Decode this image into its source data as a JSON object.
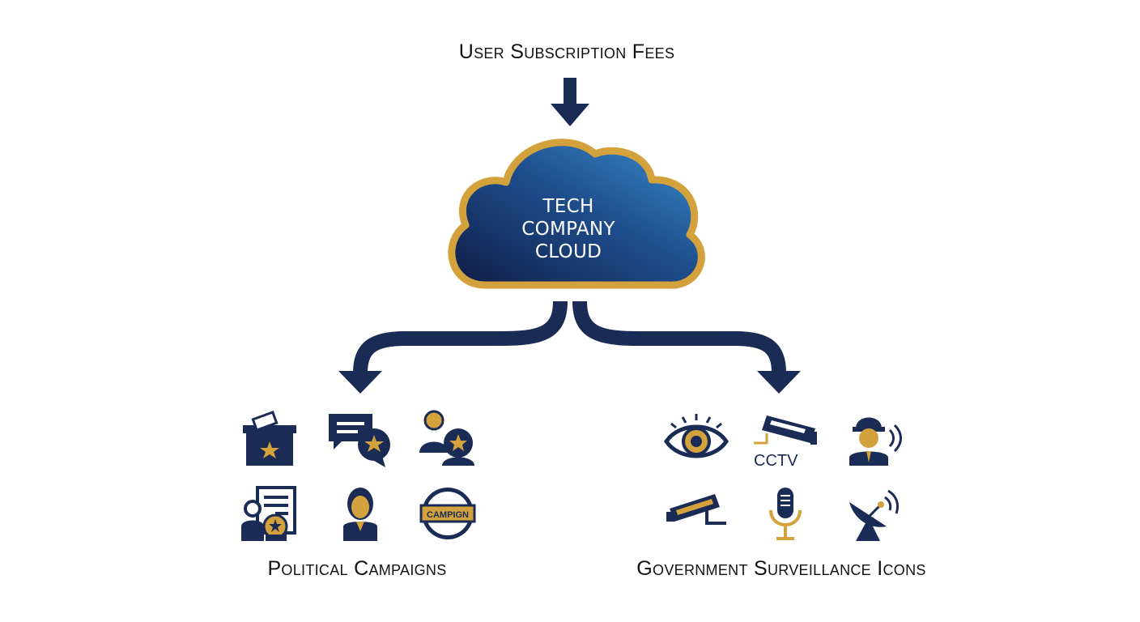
{
  "diagram": {
    "source_label": "User Subscription Fees",
    "cloud": {
      "lines": [
        "TECH",
        "COMPANY",
        "CLOUD"
      ]
    },
    "left_group": {
      "label": "Political Campaigns",
      "icons": [
        {
          "name": "ballot-box-icon"
        },
        {
          "name": "speech-bubble-star-icon"
        },
        {
          "name": "person-star-icon"
        },
        {
          "name": "document-person-star-icon"
        },
        {
          "name": "candidate-bust-icon"
        },
        {
          "name": "campaign-badge-icon",
          "text": "CAMPIGN"
        }
      ]
    },
    "right_group": {
      "label": "Government Surveillance Icons",
      "icons": [
        {
          "name": "eye-icon"
        },
        {
          "name": "cctv-camera-icon",
          "text": "CCTV"
        },
        {
          "name": "agent-headset-icon"
        },
        {
          "name": "security-camera-icon"
        },
        {
          "name": "microphone-icon"
        },
        {
          "name": "satellite-dish-icon"
        }
      ]
    },
    "colors": {
      "navy": "#1a2b55",
      "gold": "#d4a23c",
      "cloud_light": "#3a8fd0"
    }
  }
}
